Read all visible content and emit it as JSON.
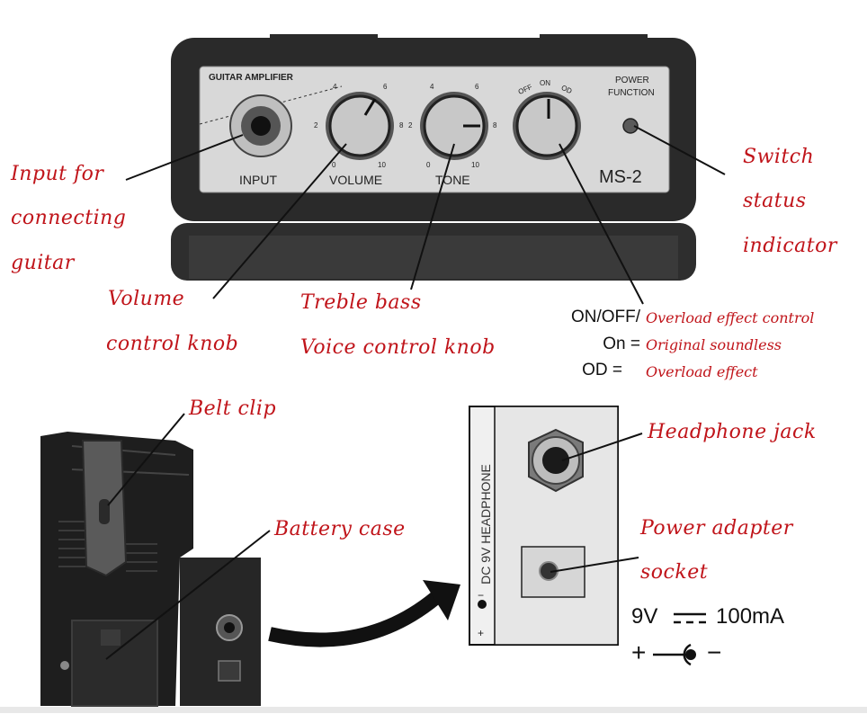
{
  "amp": {
    "brand_label": "GUITAR AMPLIFIER",
    "input_label": "INPUT",
    "volume_label": "VOLUME",
    "tone_label": "TONE",
    "power_label_line1": "POWER",
    "power_label_line2": "FUNCTION",
    "model": "MS-2",
    "volume_scale": [
      "0",
      "2",
      "4",
      "6",
      "8",
      "10"
    ],
    "tone_scale": [
      "0",
      "2",
      "4",
      "6",
      "8",
      "10"
    ],
    "switch_positions": [
      "OFF",
      "ON",
      "OD"
    ]
  },
  "callouts": {
    "input": [
      "Input for",
      "connecting",
      "guitar"
    ],
    "volume": [
      "Volume",
      "control knob"
    ],
    "tone": [
      "Treble bass",
      "Voice control knob"
    ],
    "switch_status": [
      "Switch",
      "status",
      "indicator"
    ],
    "belt_clip": "Belt clip",
    "battery_case": "Battery case",
    "headphone_jack": "Headphone jack",
    "power_socket": [
      "Power adapter",
      "socket"
    ]
  },
  "modes": [
    {
      "key": "ON/OFF/",
      "desc": "Overload effect control"
    },
    {
      "key": "On =",
      "desc": "Original soundless"
    },
    {
      "key": "OD =",
      "desc": "Overload effect"
    }
  ],
  "side_panel": {
    "vertical_label": "DC 9V  HEADPHONE",
    "polarity_plus": "+",
    "polarity_minus": "−"
  },
  "power_spec": {
    "voltage": "9V",
    "current": "100mA",
    "plus": "+",
    "minus": "−"
  },
  "colors": {
    "callout_red": "#c0141a",
    "amp_body": "#2a2a2a",
    "faceplate": "#d8d8d8"
  }
}
